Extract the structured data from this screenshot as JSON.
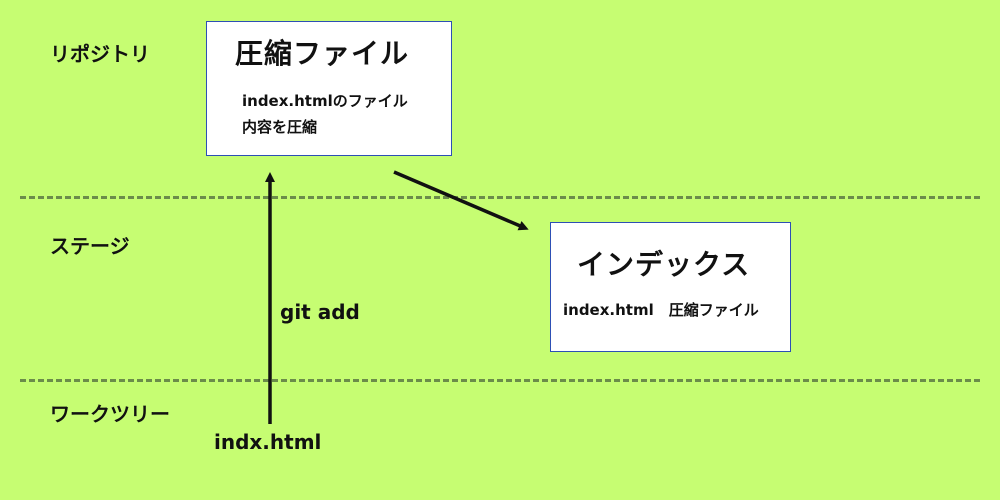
{
  "zones": {
    "repository": "リポジトリ",
    "stage": "ステージ",
    "worktree": "ワークツリー"
  },
  "repository_box": {
    "title": "圧縮ファイル",
    "line1": "index.htmlのファイル",
    "line2": "内容を圧縮"
  },
  "index_box": {
    "title": "インデックス",
    "entry": "index.html　圧縮ファイル"
  },
  "command_label": "git add",
  "worktree_file": "indx.html",
  "colors": {
    "background": "#c6fd72",
    "divider": "#6b8c4a",
    "box_border": "#2d4fb5",
    "arrow": "#111111"
  }
}
